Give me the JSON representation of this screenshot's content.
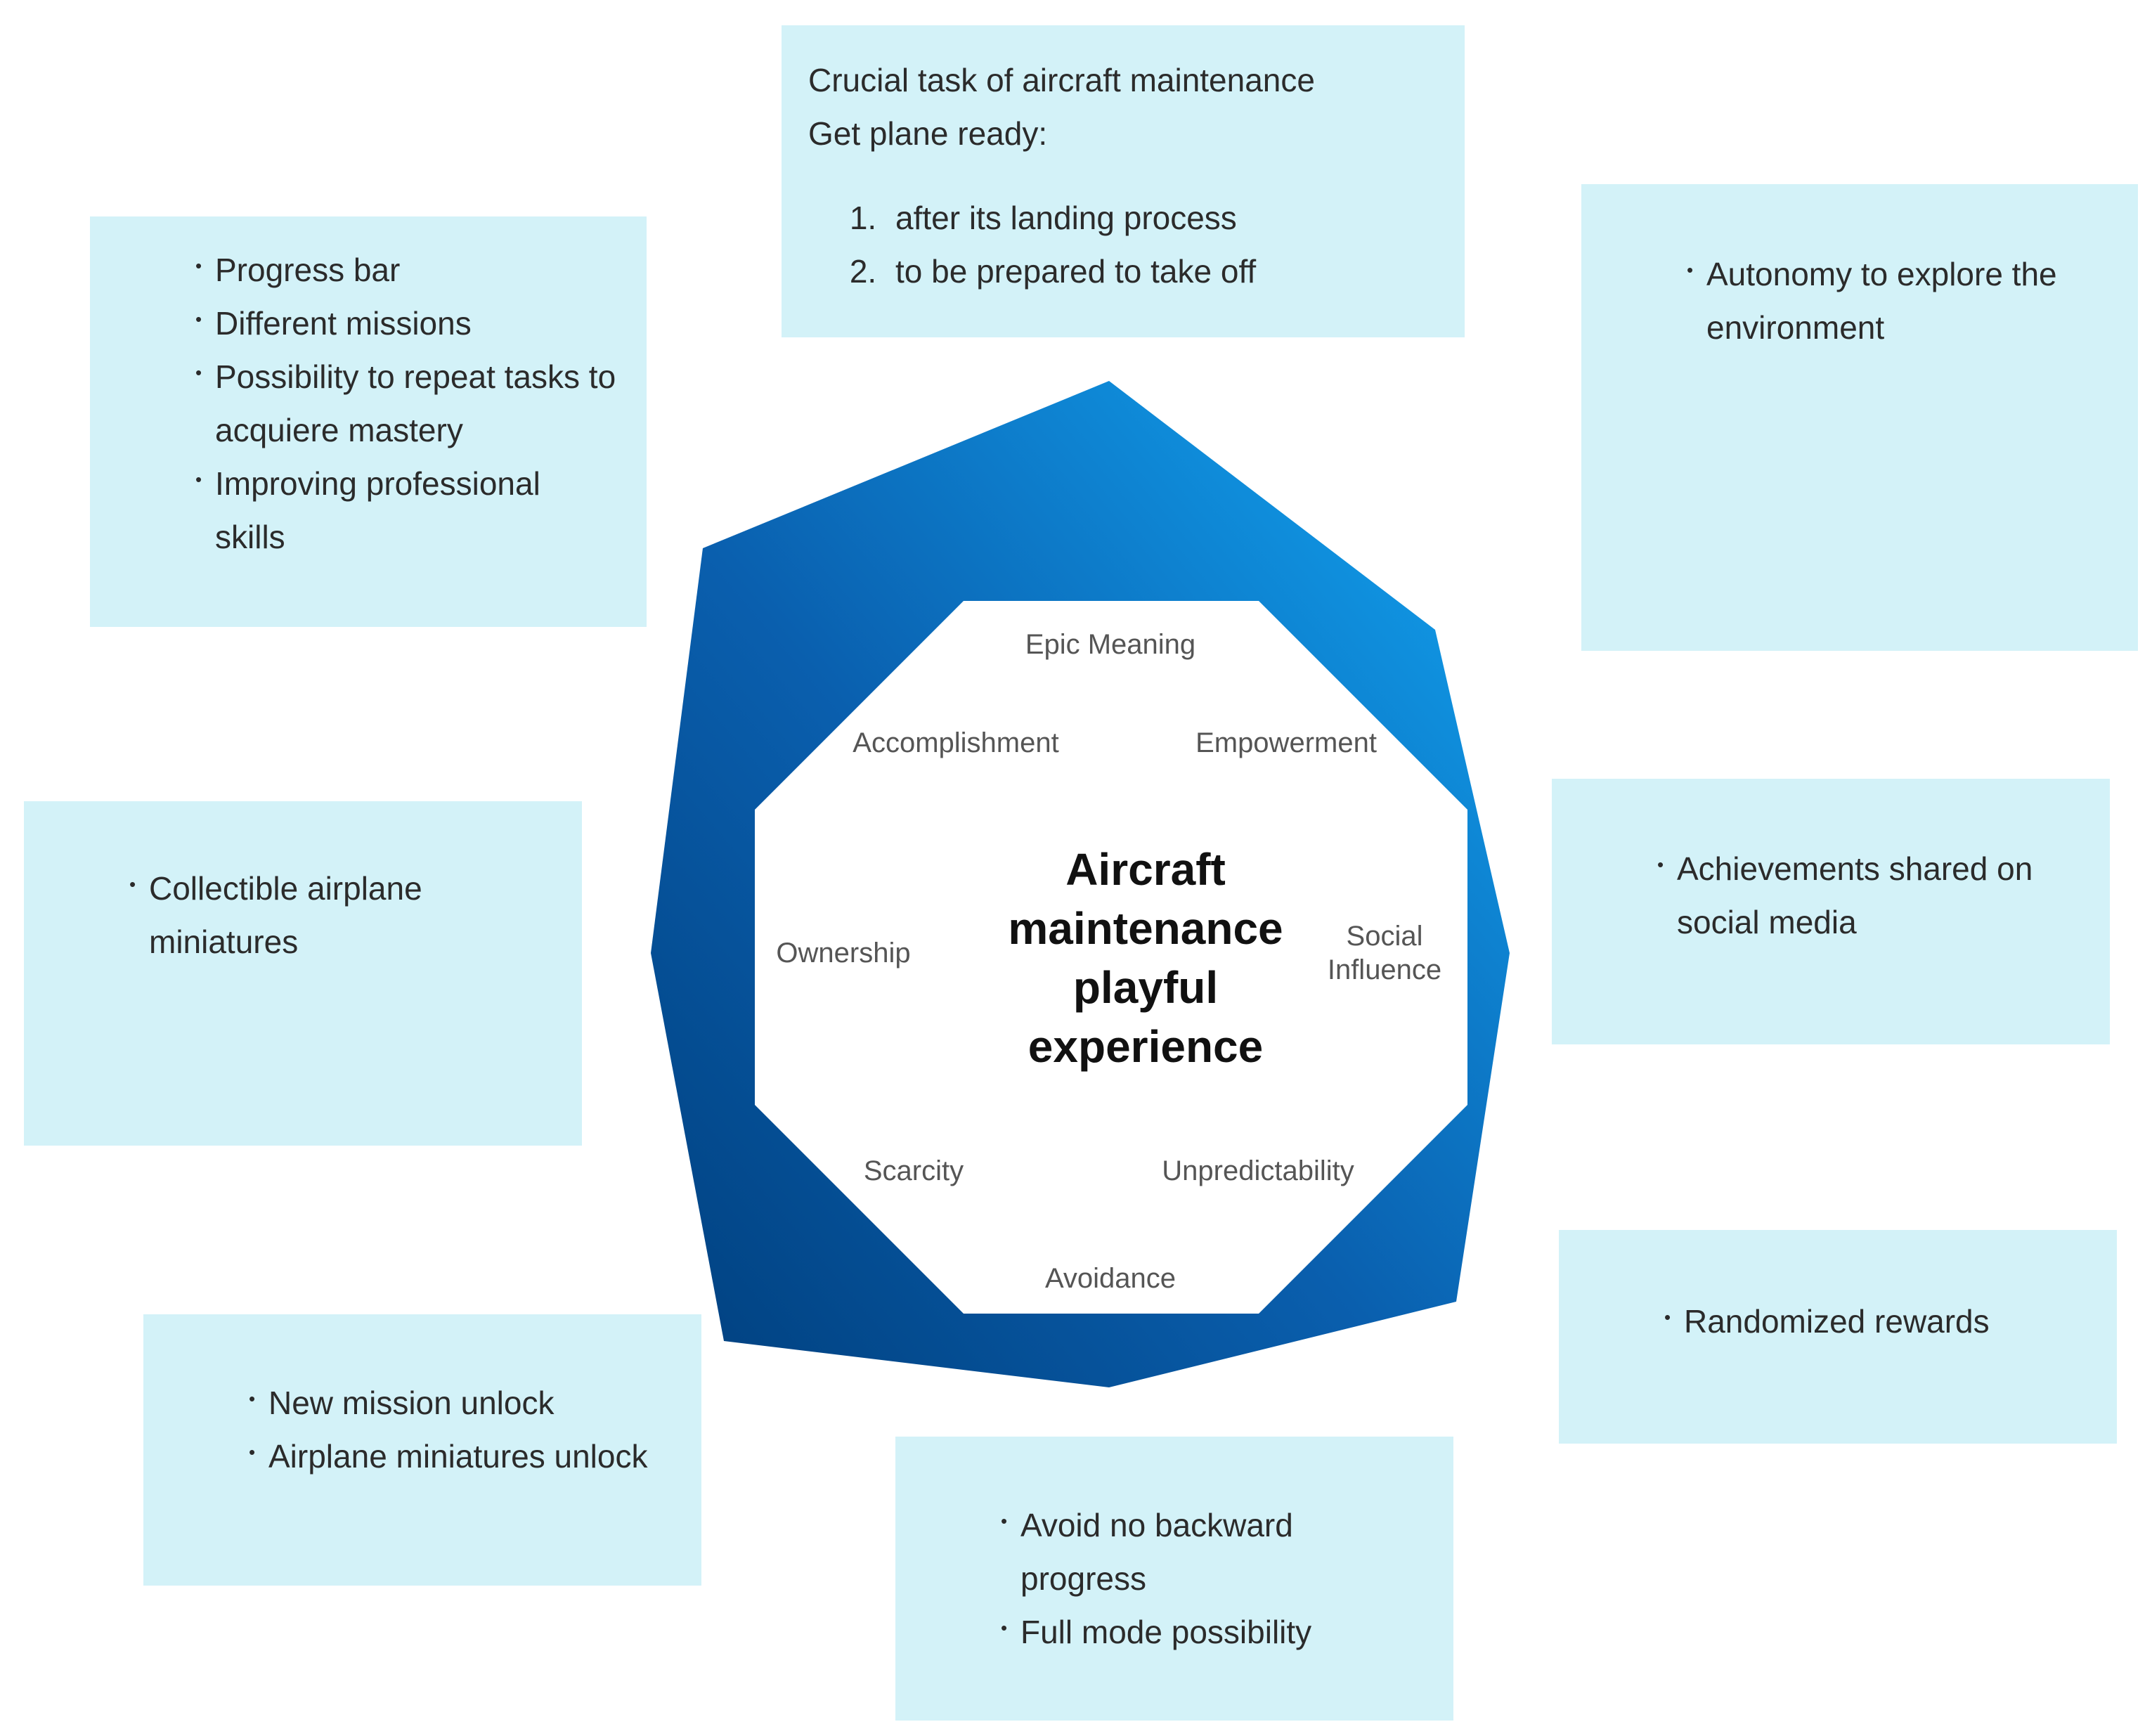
{
  "center": {
    "title": "Aircraft maintenance playful experience"
  },
  "drives": {
    "epic_meaning": "Epic Meaning",
    "accomplishment": "Accomplishment",
    "empowerment": "Empowerment",
    "ownership": "Ownership",
    "social_influence_line1": "Social",
    "social_influence_line2": "Influence",
    "scarcity": "Scarcity",
    "unpredictability": "Unpredictability",
    "avoidance": "Avoidance"
  },
  "boxes": {
    "epic_meaning": {
      "line1": "Crucial task of aircraft maintenance",
      "line2": "Get plane ready:",
      "items": [
        "after its landing process",
        "to be prepared to take off"
      ]
    },
    "accomplishment": {
      "items": [
        "Progress bar",
        "Different missions",
        "Possibility to repeat tasks to acquiere mastery",
        "Improving professional skills"
      ]
    },
    "empowerment": {
      "items": [
        "Autonomy to explore the environment"
      ]
    },
    "ownership": {
      "items": [
        "Collectible airplane miniatures"
      ]
    },
    "social_influence": {
      "items": [
        "Achievements shared on social media"
      ]
    },
    "unpredictability": {
      "items": [
        "Randomized rewards"
      ]
    },
    "scarcity": {
      "items": [
        "New mission unlock",
        "Airplane miniatures unlock"
      ]
    },
    "avoidance": {
      "items": [
        "Avoid no backward progress",
        "Full mode possibility"
      ]
    }
  },
  "colors": {
    "box_fill": "#d3f2f8",
    "outer_gradient_dark": "#003f7d",
    "outer_gradient_light": "#12a8f5",
    "inner_fill": "#ffffff"
  }
}
